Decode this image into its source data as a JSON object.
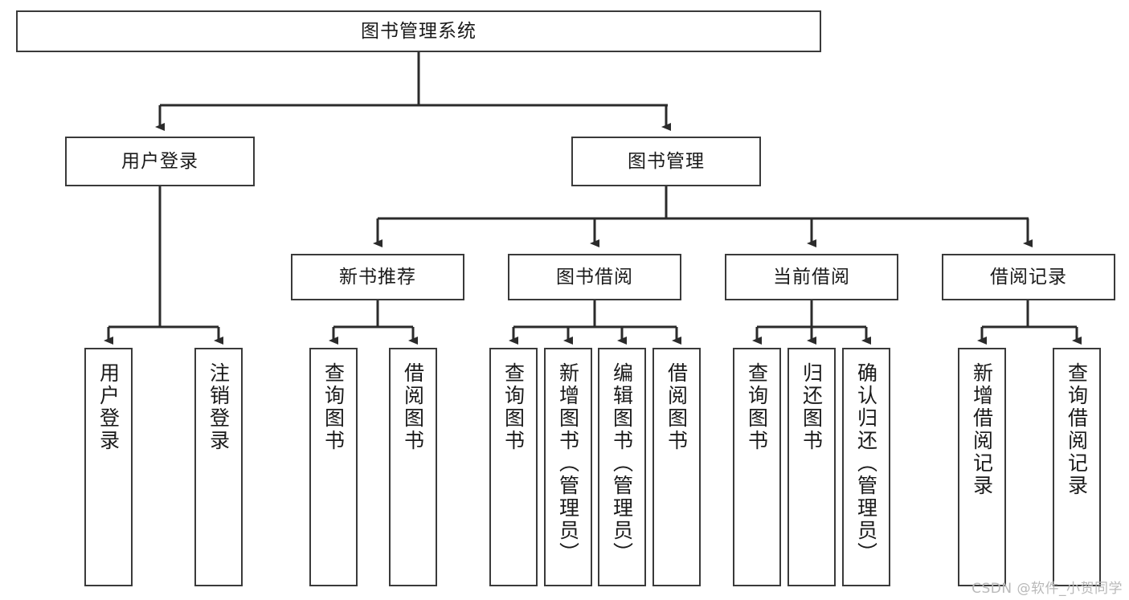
{
  "diagram": {
    "title": "图书管理系统",
    "watermark": "CSDN @软件_小贺同学",
    "colors": {
      "box_border": "#3a3a3a",
      "box_fill": "#ffffff",
      "edge": "#2b2b2b",
      "text": "#1a1a1a",
      "watermark": "#b9b9b9",
      "background": "#ffffff"
    },
    "root": {
      "label": "图书管理系统"
    },
    "level2": [
      {
        "label": "用户登录"
      },
      {
        "label": "图书管理"
      }
    ],
    "level3": [
      {
        "label": "新书推荐"
      },
      {
        "label": "图书借阅"
      },
      {
        "label": "当前借阅"
      },
      {
        "label": "借阅记录"
      }
    ],
    "leaves": {
      "user_login": [
        {
          "label": "用户登录"
        },
        {
          "label": "注销登录"
        }
      ],
      "new_book": [
        {
          "label": "查询图书"
        },
        {
          "label": "借阅图书"
        }
      ],
      "book_borrow": [
        {
          "label": "查询图书"
        },
        {
          "label": "新增图书（管理员）"
        },
        {
          "label": "编辑图书（管理员）"
        },
        {
          "label": "借阅图书"
        }
      ],
      "current_borrow": [
        {
          "label": "查询图书"
        },
        {
          "label": "归还图书"
        },
        {
          "label": "确认归还（管理员）"
        }
      ],
      "borrow_record": [
        {
          "label": "新增借阅记录"
        },
        {
          "label": "查询借阅记录"
        }
      ]
    }
  }
}
